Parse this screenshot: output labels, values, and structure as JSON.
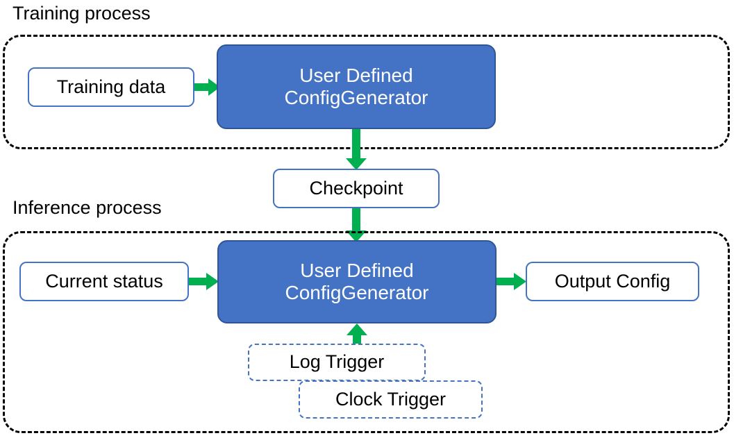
{
  "diagram": {
    "title_visible": false,
    "colors": {
      "accent_blue_fill": "#4472C4",
      "accent_blue_border": "#2F5597",
      "node_border_blue": "#4472C4",
      "arrow_green": "#00B050",
      "container_dash": "#000000",
      "text_dark": "#000000",
      "text_light": "#FFFFFF",
      "background": "#FFFFFF"
    },
    "sections": [
      {
        "id": "training",
        "label": "Training process"
      },
      {
        "id": "inference",
        "label": "Inference process"
      }
    ],
    "nodes": [
      {
        "id": "training-data",
        "label": "Training data",
        "style": "white-solid"
      },
      {
        "id": "training-generator",
        "label_line1": "User Defined",
        "label_line2": "ConfigGenerator",
        "style": "blue-filled"
      },
      {
        "id": "checkpoint",
        "label": "Checkpoint",
        "style": "white-solid"
      },
      {
        "id": "current-status",
        "label": "Current status",
        "style": "white-solid"
      },
      {
        "id": "inference-generator",
        "label_line1": "User Defined",
        "label_line2": "ConfigGenerator",
        "style": "blue-filled"
      },
      {
        "id": "output-config",
        "label": "Output Config",
        "style": "white-solid"
      },
      {
        "id": "log-trigger",
        "label": "Log Trigger",
        "style": "blue-dashed"
      },
      {
        "id": "clock-trigger",
        "label": "Clock Trigger",
        "style": "blue-dashed"
      }
    ],
    "edges": [
      {
        "from": "training-data",
        "to": "training-generator",
        "direction": "right"
      },
      {
        "from": "training-generator",
        "to": "checkpoint",
        "direction": "down"
      },
      {
        "from": "checkpoint",
        "to": "inference-generator",
        "direction": "down"
      },
      {
        "from": "current-status",
        "to": "inference-generator",
        "direction": "right"
      },
      {
        "from": "inference-generator",
        "to": "output-config",
        "direction": "right"
      },
      {
        "from": "log-trigger",
        "to": "inference-generator",
        "direction": "up"
      }
    ]
  }
}
